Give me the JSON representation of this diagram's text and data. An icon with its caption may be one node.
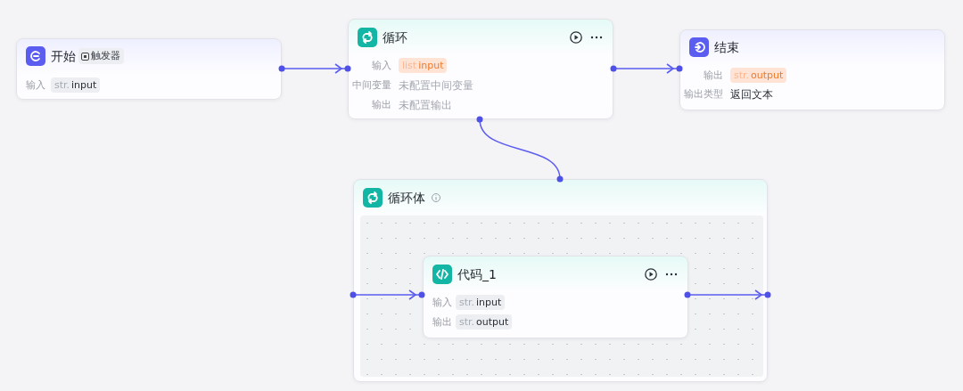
{
  "diagram": {
    "nodes": [
      {
        "text": [
          "开始",
          "触发器",
          "输入",
          "str.",
          "input"
        ]
      },
      {
        "text": [
          "循环",
          "输入",
          "list",
          "input",
          "中间变量",
          "未配置中间变量",
          "输出",
          "未配置输出"
        ]
      },
      {
        "text": [
          "结束",
          "输出",
          "str.",
          "output",
          "输出类型",
          "返回文本"
        ]
      },
      {
        "text": [
          "循环体"
        ]
      },
      {
        "text": [
          "代码_1",
          "输入",
          "str.",
          "input",
          "输出",
          "str.",
          "output"
        ],
        "in": 3
      }
    ],
    "edges": [
      {
        "from": 0,
        "to": 1,
        "arrow": "to"
      },
      {
        "from": 1,
        "to": 2,
        "arrow": "to"
      },
      {
        "from": 1,
        "to": 3,
        "arrow": "none"
      },
      {
        "from": 3,
        "to": 4,
        "arrow": "to"
      },
      {
        "from": 4,
        "to": 3,
        "arrow": "to"
      }
    ]
  }
}
